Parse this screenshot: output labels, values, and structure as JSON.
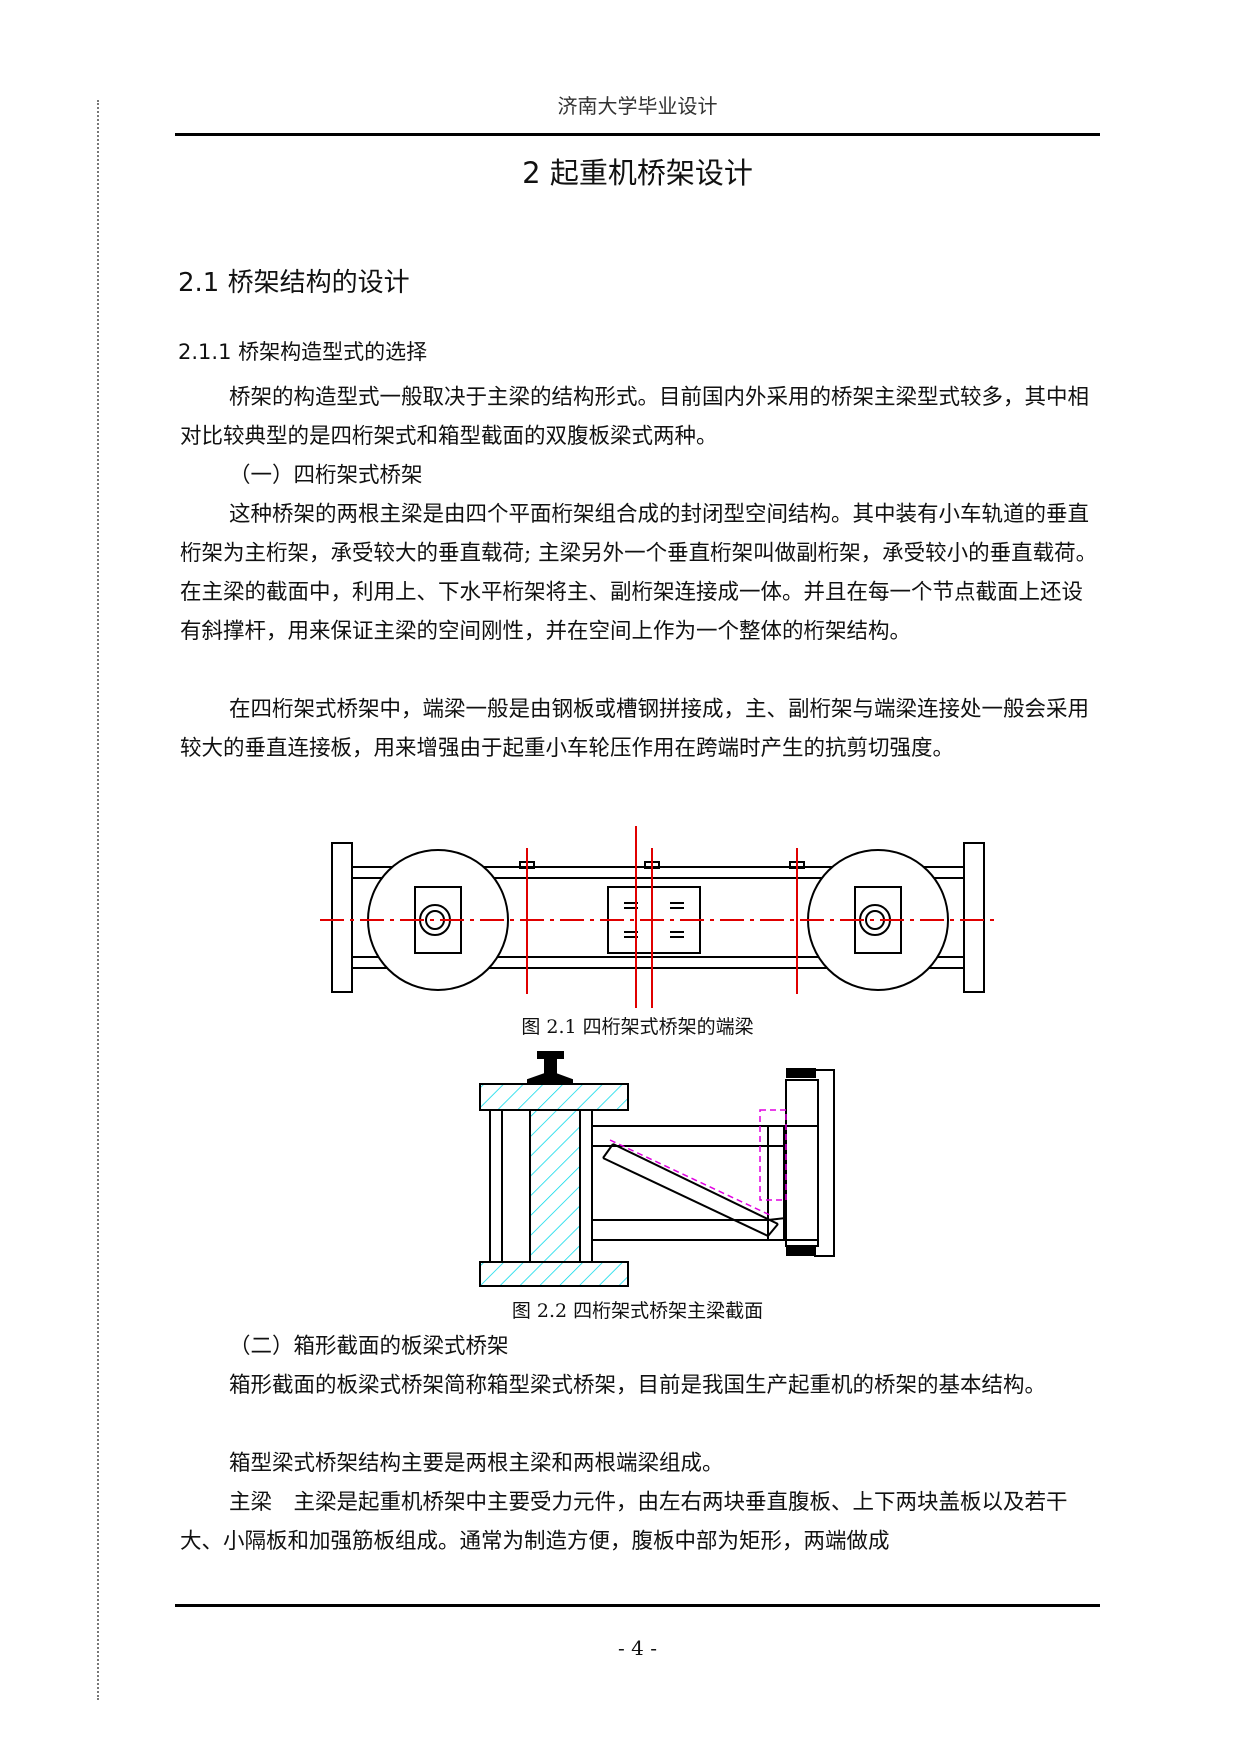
{
  "header": {
    "title": "济南大学毕业设计"
  },
  "chapter_title": "2 起重机桥架设计",
  "section": {
    "title": "2.1 桥架结构的设计"
  },
  "subsection": {
    "title": "2.1.1 桥架构造型式的选择"
  },
  "paragraphs": [
    "桥架的构造型式一般取决于主梁的结构形式。目前国内外采用的桥架主梁型式较多，其中相对比较典型的是四桁架式和箱型截面的双腹板梁式两种。",
    "（一）四桁架式桥架",
    "这种桥架的两根主梁是由四个平面桁架组合成的封闭型空间结构。其中装有小车轨道的垂直桁架为主桁架，承受较大的垂直载荷; 主梁另外一个垂直桁架叫做副桁架，承受较小的垂直载荷。在主梁的截面中，利用上、下水平桁架将主、副桁架连接成一体。并且在每一个节点截面上还设有斜撑杆，用来保证主梁的空间刚性，并在空间上作为一个整体的桁架结构。",
    "在四桁架式桥架中，端梁一般是由钢板或槽钢拼接成，主、副桁架与端梁连接处一般会采用较大的垂直连接板，用来增强由于起重小车轮压作用在跨端时产生的抗剪切强度。",
    "（二）箱形截面的板梁式桥架",
    "箱形截面的板梁式桥架简称箱型梁式桥架，目前是我国生产起重机的桥架的基本结构。",
    "箱型梁式桥架结构主要是两根主梁和两根端梁组成。",
    "主梁　主梁是起重机桥架中主要受力元件，由左右两块垂直腹板、上下两块盖板以及若干大、小隔板和加强筋板组成。通常为制造方便，腹板中部为矩形，两端做成"
  ],
  "figures": [
    {
      "caption": "图 2.1 四桁架式桥架的端梁"
    },
    {
      "caption": "图 2.2 四桁架式桥架主梁截面"
    }
  ],
  "footer": {
    "page_number": "- 4 -"
  },
  "colors": {
    "centerline": "#e00000",
    "hatch": "#00d8e8",
    "hidden_line": "#e000e0",
    "ink": "#000000"
  }
}
